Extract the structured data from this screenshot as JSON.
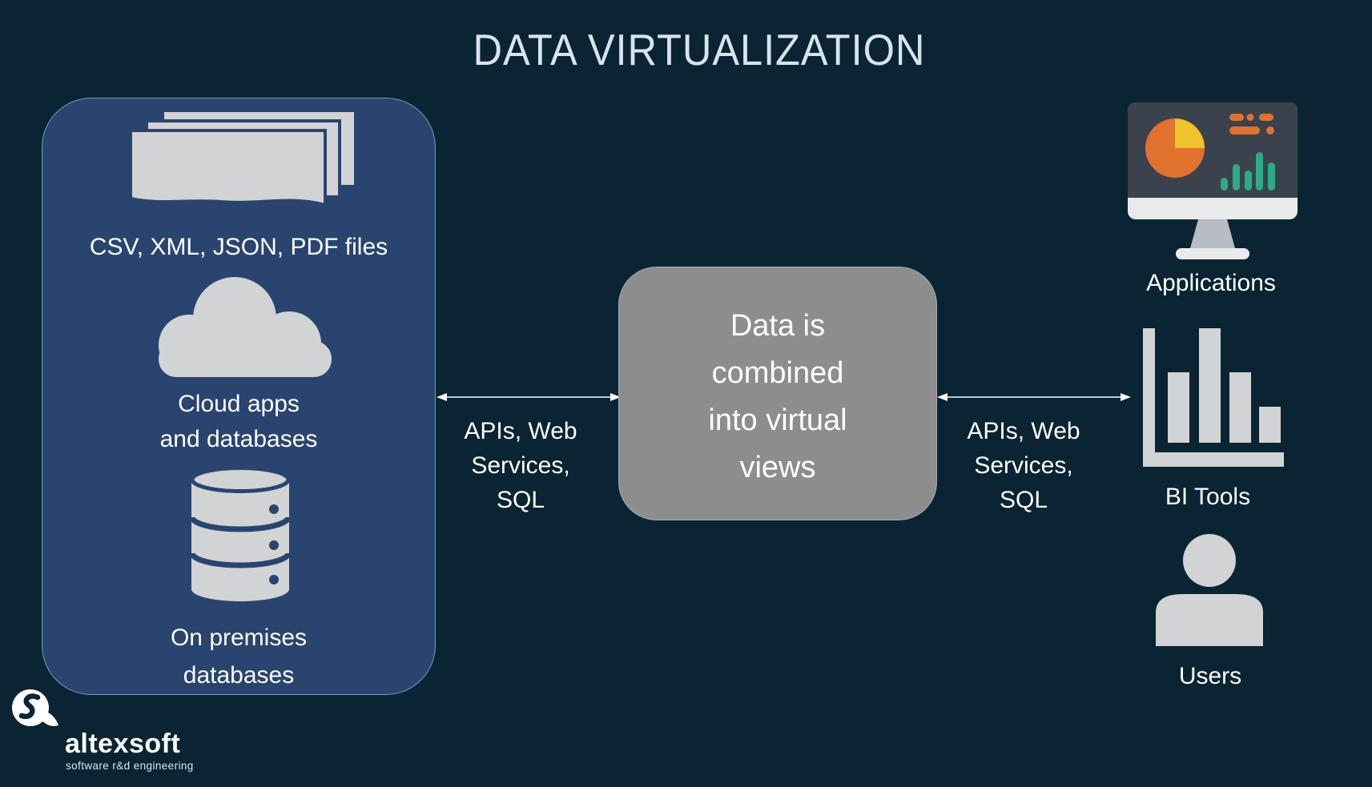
{
  "title": "DATA VIRTUALIZATION",
  "palette": {
    "background": "#0a2433",
    "panel_blue": "#2a4470",
    "box_gray": "#8d8d8d",
    "icon_gray": "#d2d3d5",
    "title_text": "#d9e3f0",
    "body_text": "#ffffff",
    "monitor_screen": "#3a424d",
    "accent_orange": "#e1722e",
    "accent_yellow": "#efc32b",
    "accent_teal": "#2daa88"
  },
  "sources_panel": {
    "files": {
      "icon": "documents",
      "label": "CSV, XML, JSON, PDF files"
    },
    "cloud": {
      "icon": "cloud",
      "lines": [
        "Cloud apps",
        "and databases"
      ]
    },
    "on_premises": {
      "icon": "database",
      "lines": [
        "On premises",
        "databases"
      ]
    }
  },
  "center_box": {
    "lines": [
      "Data is",
      "combined",
      "into virtual",
      "views"
    ]
  },
  "connections": {
    "left": {
      "lines": [
        "APIs, Web",
        "Services,",
        "SQL"
      ]
    },
    "right": {
      "lines": [
        "APIs, Web",
        "Services,",
        "SQL"
      ]
    }
  },
  "consumers": {
    "applications": {
      "icon": "monitor-dashboard",
      "label": "Applications"
    },
    "bi_tools": {
      "icon": "bar-chart",
      "label": "BI Tools"
    },
    "users": {
      "icon": "user",
      "label": "Users"
    }
  },
  "logo": {
    "brand": "altexsoft",
    "tagline": "software r&d engineering"
  }
}
